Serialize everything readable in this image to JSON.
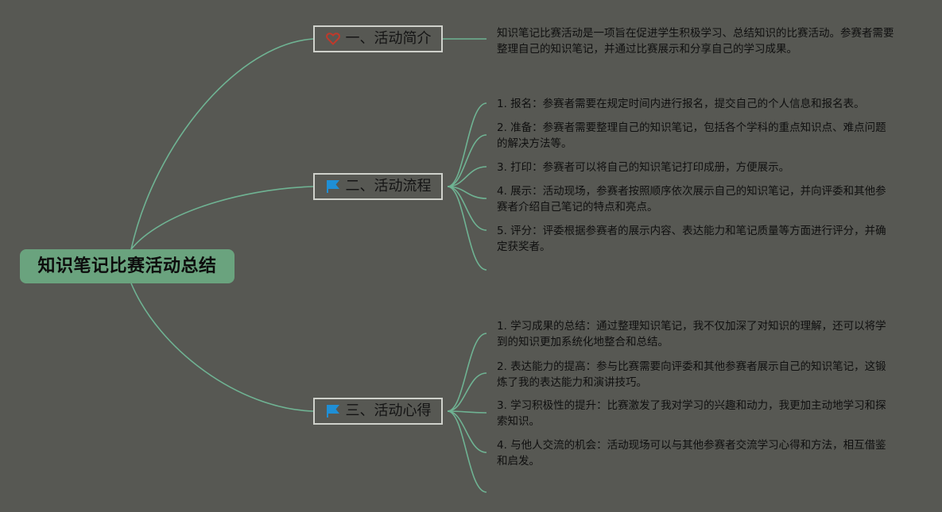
{
  "root": {
    "title": "知识笔记比赛活动总结"
  },
  "branches": [
    {
      "label": "一、活动简介",
      "icon": "heart-icon",
      "items": [
        "知识笔记比赛活动是一项旨在促进学生积极学习、总结知识的比赛活动。参赛者需要整理自己的知识笔记，并通过比赛展示和分享自己的学习成果。"
      ]
    },
    {
      "label": "二、活动流程",
      "icon": "flag-icon",
      "items": [
        "1. 报名：参赛者需要在规定时间内进行报名，提交自己的个人信息和报名表。",
        "2. 准备：参赛者需要整理自己的知识笔记，包括各个学科的重点知识点、难点问题的解决方法等。",
        "3. 打印：参赛者可以将自己的知识笔记打印成册，方便展示。",
        "4. 展示：活动现场，参赛者按照顺序依次展示自己的知识笔记，并向评委和其他参赛者介绍自己笔记的特点和亮点。",
        "5. 评分：评委根据参赛者的展示内容、表达能力和笔记质量等方面进行评分，并确定获奖者。"
      ]
    },
    {
      "label": "三、活动心得",
      "icon": "flag-icon",
      "items": [
        "1. 学习成果的总结：通过整理知识笔记，我不仅加深了对知识的理解，还可以将学到的知识更加系统化地整合和总结。",
        "2. 表达能力的提高：参与比赛需要向评委和其他参赛者展示自己的知识笔记，这锻炼了我的表达能力和演讲技巧。",
        "3. 学习积极性的提升：比赛激发了我对学习的兴趣和动力，我更加主动地学习和探索知识。",
        "4. 与他人交流的机会：活动现场可以与其他参赛者交流学习心得和方法，相互借鉴和启发。"
      ]
    }
  ],
  "colors": {
    "background": "#575853",
    "connector": "#6fb393",
    "root_fill": "#6aa37e",
    "branch_border": "#cfd1cb",
    "heart_icon": "#c0392b",
    "flag_icon": "#1f8fd6"
  }
}
